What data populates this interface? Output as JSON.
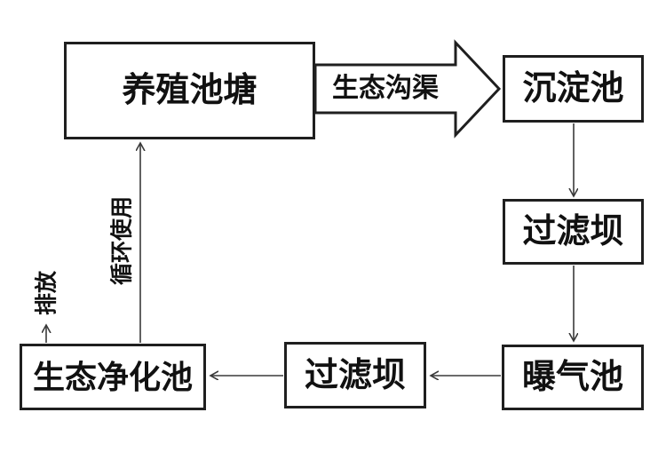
{
  "diagram": {
    "title": "aquaculture-water-recycling-flowchart",
    "nodes": [
      {
        "id": "pond",
        "label": "养殖池塘"
      },
      {
        "id": "sediment",
        "label": "沉淀池"
      },
      {
        "id": "filter_right",
        "label": "过滤坝"
      },
      {
        "id": "aeration",
        "label": "曝气池"
      },
      {
        "id": "filter_bottom",
        "label": "过滤坝"
      },
      {
        "id": "purify",
        "label": "生态净化池"
      }
    ],
    "edge_labels": {
      "channel": "生态沟渠",
      "recycle": "循环使用",
      "discharge": "排放"
    },
    "edges": [
      {
        "from": "养殖池塘",
        "to": "沉淀池",
        "label": "生态沟渠",
        "style": "block-arrow"
      },
      {
        "from": "沉淀池",
        "to": "过滤坝",
        "label": "",
        "style": "thin-arrow"
      },
      {
        "from": "过滤坝",
        "to": "曝气池",
        "label": "",
        "style": "thin-arrow"
      },
      {
        "from": "曝气池",
        "to": "过滤坝",
        "label": "",
        "style": "thin-arrow"
      },
      {
        "from": "过滤坝",
        "to": "生态净化池",
        "label": "",
        "style": "thin-arrow"
      },
      {
        "from": "生态净化池",
        "to": "养殖池塘",
        "label": "循环使用",
        "style": "thin-arrow"
      },
      {
        "from": "生态净化池",
        "to": "排放",
        "label": "排放",
        "style": "thin-arrow"
      }
    ],
    "colors": {
      "background": "#ffffff",
      "box_border": "#1f1f1f",
      "line": "#3a3a3a",
      "text": "#111111"
    }
  }
}
